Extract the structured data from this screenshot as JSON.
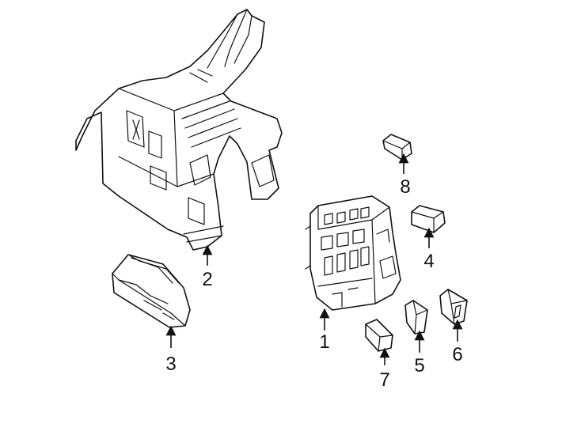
{
  "callouts": [
    {
      "id": "1",
      "text": "1"
    },
    {
      "id": "2",
      "text": "2"
    },
    {
      "id": "3",
      "text": "3"
    },
    {
      "id": "4",
      "text": "4"
    },
    {
      "id": "5",
      "text": "5"
    },
    {
      "id": "6",
      "text": "6"
    },
    {
      "id": "7",
      "text": "7"
    },
    {
      "id": "8",
      "text": "8"
    }
  ],
  "colors": {
    "line": "#111111",
    "background": "#ffffff"
  }
}
